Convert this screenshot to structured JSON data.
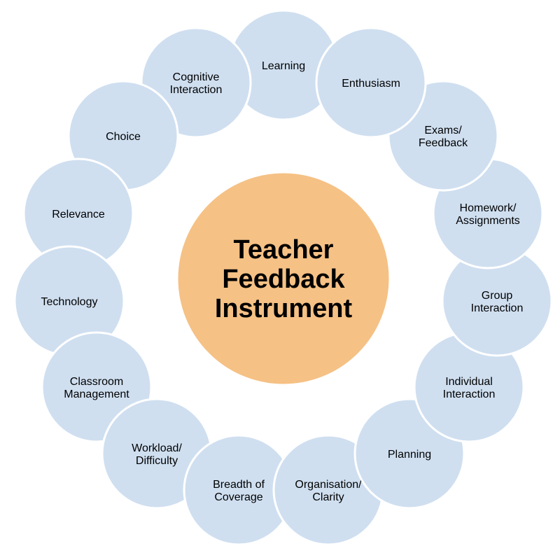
{
  "center": {
    "lines": [
      "Teacher",
      "Feedback",
      "Instrument"
    ],
    "color": "#f5c185"
  },
  "satellite_color": "#cfdff0",
  "satellites": [
    {
      "id": "learning",
      "lines": [
        "Learning"
      ]
    },
    {
      "id": "enthusiasm",
      "lines": [
        "Enthusiasm"
      ]
    },
    {
      "id": "exams-feedback",
      "lines": [
        "Exams/",
        "Feedback"
      ]
    },
    {
      "id": "homework-assignments",
      "lines": [
        "Homework/",
        "Assignments"
      ]
    },
    {
      "id": "group-interaction",
      "lines": [
        "Group",
        "Interaction"
      ]
    },
    {
      "id": "individual-interaction",
      "lines": [
        "Individual",
        "Interaction"
      ]
    },
    {
      "id": "planning",
      "lines": [
        "Planning"
      ]
    },
    {
      "id": "organisation-clarity",
      "lines": [
        "Organisation/",
        "Clarity"
      ]
    },
    {
      "id": "breadth-of-coverage",
      "lines": [
        "Breadth of",
        "Coverage"
      ]
    },
    {
      "id": "workload-difficulty",
      "lines": [
        "Workload/",
        "Difficulty"
      ]
    },
    {
      "id": "classroom-management",
      "lines": [
        "Classroom",
        "Management"
      ]
    },
    {
      "id": "technology",
      "lines": [
        "Technology"
      ]
    },
    {
      "id": "relevance",
      "lines": [
        "Relevance"
      ]
    },
    {
      "id": "choice",
      "lines": [
        "Choice"
      ]
    },
    {
      "id": "cognitive-interaction",
      "lines": [
        "Cognitive",
        "Interaction"
      ]
    }
  ]
}
